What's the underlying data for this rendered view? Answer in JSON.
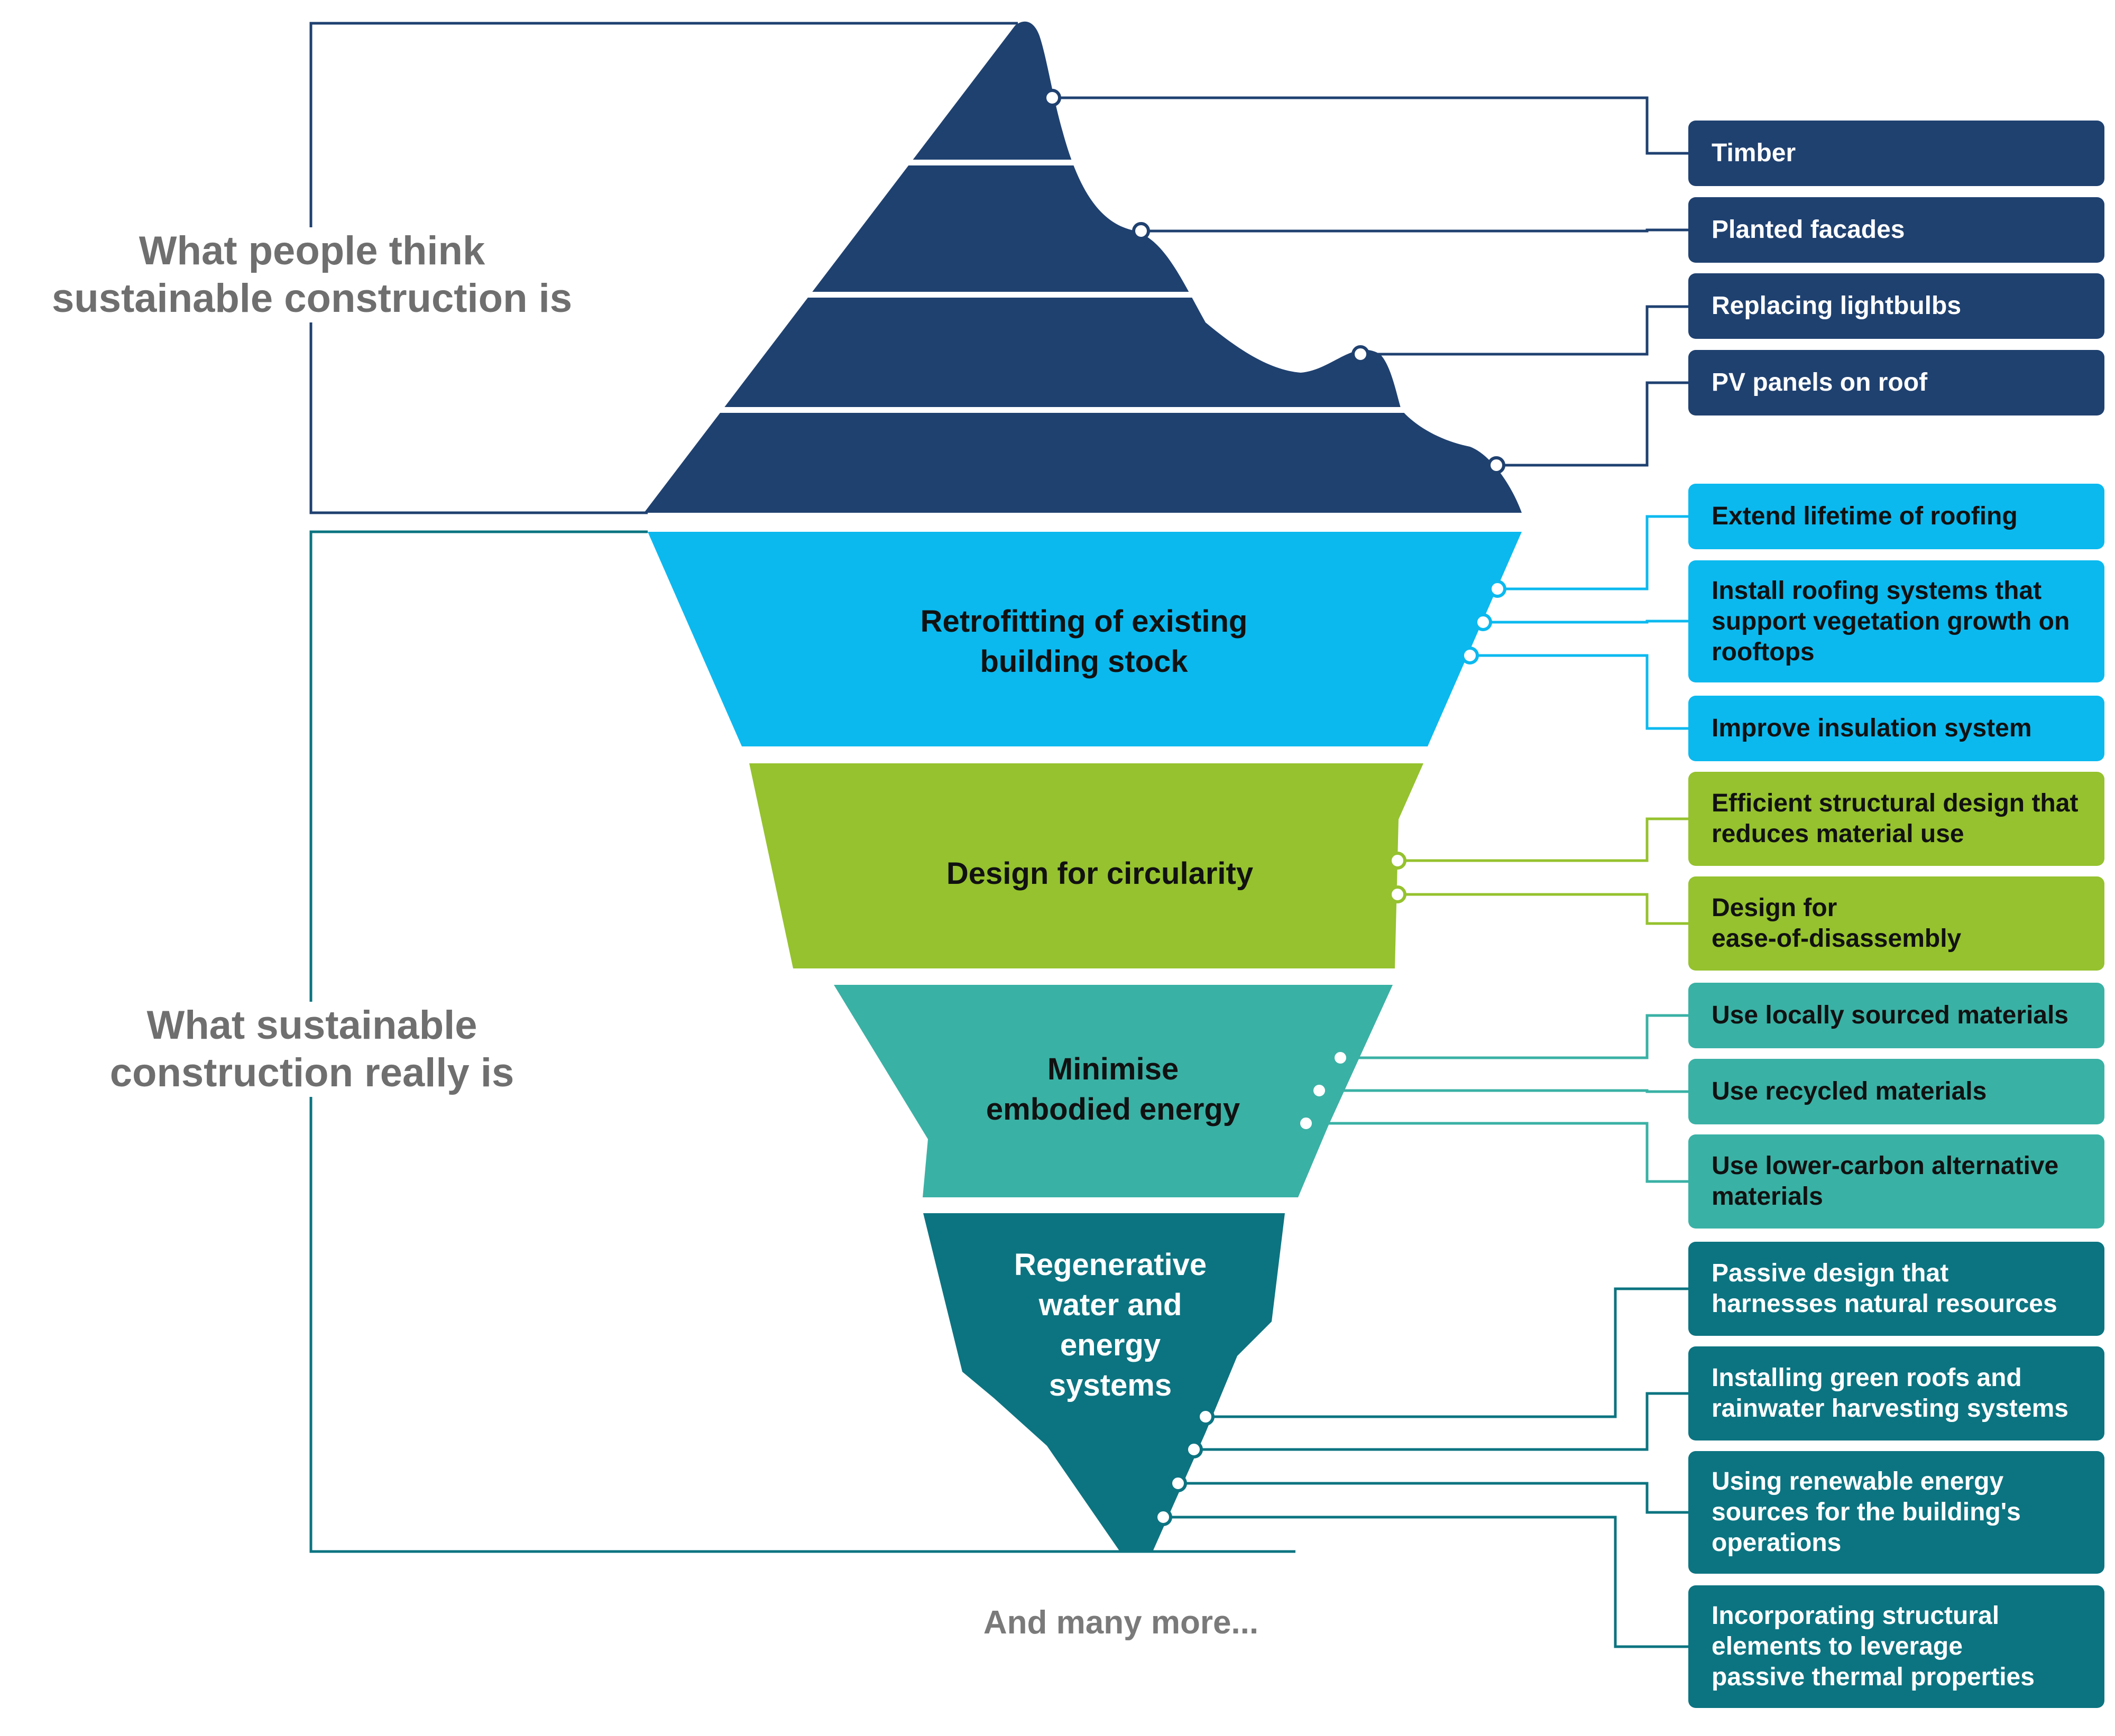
{
  "colors": {
    "tip": "#1f4170",
    "retrofit": "#0bb9ef",
    "circularity": "#95c22e",
    "embodied": "#3ab1a5",
    "regenerative": "#0c7481",
    "bracket_top": "#1f4170",
    "bracket_bottom": "#0c7481",
    "side_text": "#6f6f6f"
  },
  "labels": {
    "perception": [
      "What people think",
      "sustainable construction is"
    ],
    "reality": [
      "What sustainable",
      "construction really is"
    ],
    "footer": "And many more..."
  },
  "layers": [
    {
      "id": "retrofit",
      "lines": [
        "Retrofitting of existing",
        "building stock"
      ],
      "text_color": "#111111"
    },
    {
      "id": "circularity",
      "lines": [
        "Design for circularity"
      ],
      "text_color": "#111111"
    },
    {
      "id": "embodied",
      "lines": [
        "Minimise",
        "embodied energy"
      ],
      "text_color": "#111111"
    },
    {
      "id": "regenerative",
      "lines": [
        "Regenerative",
        "water and",
        "energy",
        "systems"
      ],
      "text_color": "#ffffff"
    }
  ],
  "boxes": [
    {
      "group": "tip",
      "lines": [
        "Timber"
      ]
    },
    {
      "group": "tip",
      "lines": [
        "Planted facades"
      ]
    },
    {
      "group": "tip",
      "lines": [
        "Replacing lightbulbs"
      ]
    },
    {
      "group": "tip",
      "lines": [
        "PV panels on roof"
      ]
    },
    {
      "group": "retrofit",
      "lines": [
        "Extend lifetime of roofing"
      ]
    },
    {
      "group": "retrofit",
      "lines": [
        "Install roofing systems that",
        "support vegetation growth on",
        "rooftops"
      ]
    },
    {
      "group": "retrofit",
      "lines": [
        "Improve insulation system"
      ]
    },
    {
      "group": "circularity",
      "lines": [
        "Efficient structural design that",
        "reduces material use"
      ]
    },
    {
      "group": "circularity",
      "lines": [
        "Design for",
        "ease-of-disassembly"
      ]
    },
    {
      "group": "embodied",
      "lines": [
        "Use locally sourced materials"
      ]
    },
    {
      "group": "embodied",
      "lines": [
        "Use recycled materials"
      ]
    },
    {
      "group": "embodied",
      "lines": [
        "Use lower-carbon alternative",
        "materials"
      ]
    },
    {
      "group": "regenerative",
      "lines": [
        "Passive design that",
        "harnesses natural resources"
      ]
    },
    {
      "group": "regenerative",
      "lines": [
        "Installing green roofs and",
        "rainwater harvesting systems"
      ]
    },
    {
      "group": "regenerative",
      "lines": [
        "Using renewable energy",
        "sources for the building's",
        "operations"
      ]
    },
    {
      "group": "regenerative",
      "lines": [
        "Incorporating structural",
        "elements to leverage",
        "passive thermal properties"
      ]
    }
  ]
}
